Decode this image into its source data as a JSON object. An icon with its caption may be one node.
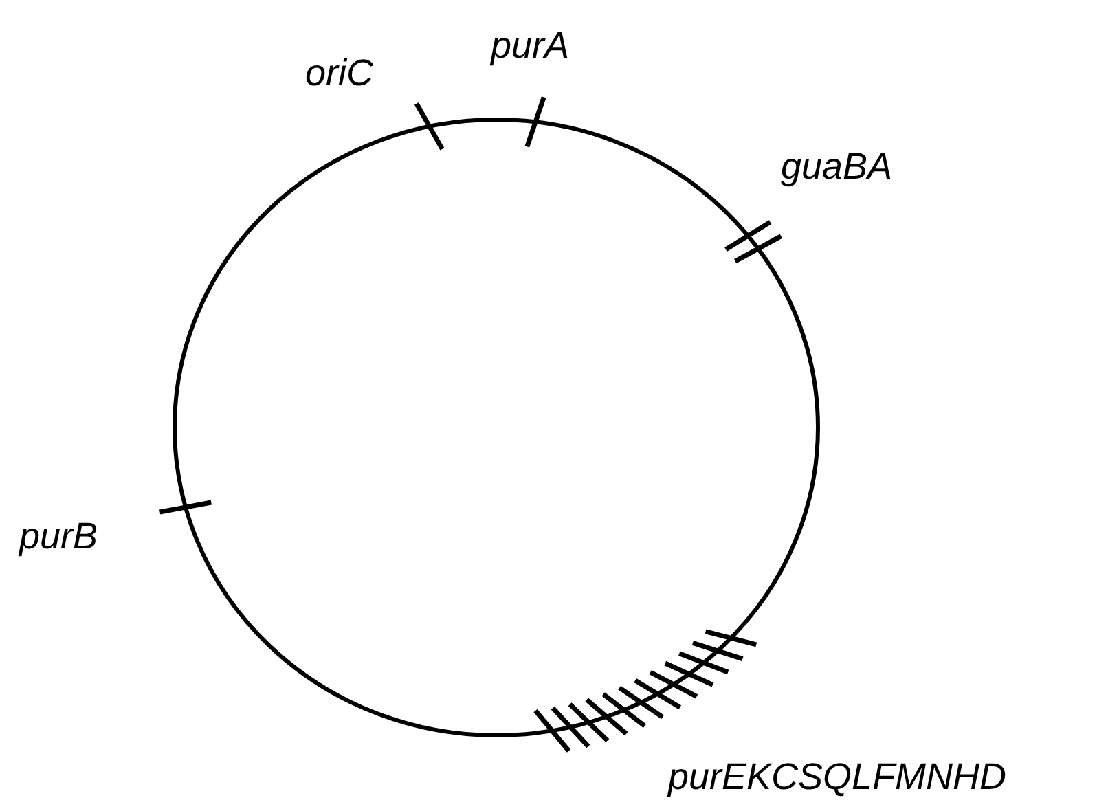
{
  "diagram": {
    "labels": [
      "oriC",
      "purA",
      "guaBA",
      "purB",
      "purEKCSQLFMNHD"
    ]
  }
}
